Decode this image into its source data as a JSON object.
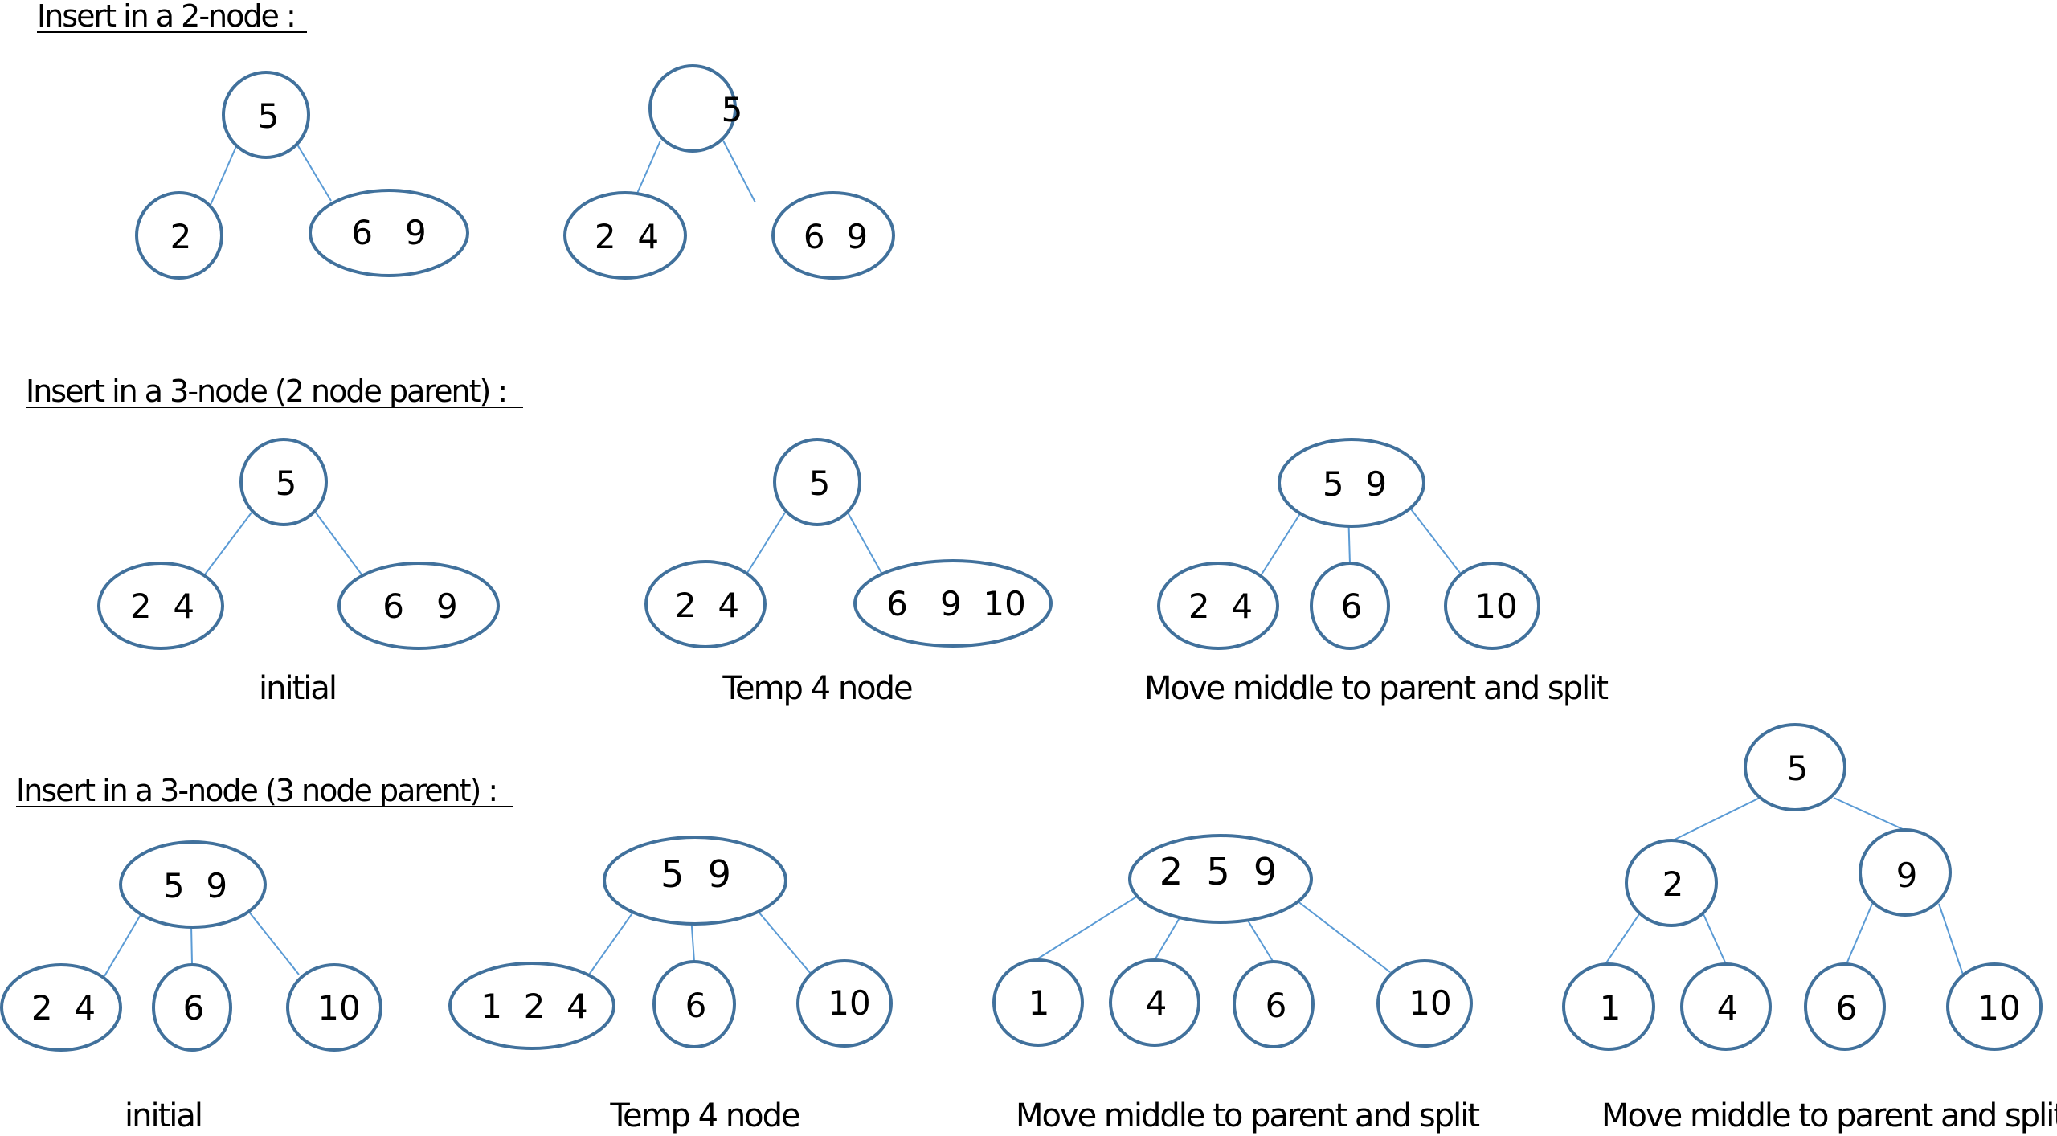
{
  "headings": {
    "section1": "Insert in a 2-node :",
    "section2": "Insert in a 3-node (2 node parent) :",
    "section3": "Insert in a 3-node (3 node parent) :"
  },
  "captions": {
    "s2_initial": "initial",
    "s2_temp": "Temp 4 node",
    "s2_move": "Move middle to parent and split",
    "s3_initial": "initial",
    "s3_temp": "Temp 4 node",
    "s3_move": "Move middle to parent and split",
    "s3_move2": "Move middle to parent and split"
  },
  "nodes": {
    "s1a_root": "5",
    "s1a_left": "2",
    "s1a_right": "6   9",
    "s1b_root": "5",
    "s1b_left": "2  4",
    "s1b_right": "6  9",
    "s2a_root": "5",
    "s2a_left": "2  4",
    "s2a_right": "6   9",
    "s2b_root": "5",
    "s2b_left": "2  4",
    "s2b_right": "6   9  10",
    "s2c_root": "5  9",
    "s2c_left": "2  4",
    "s2c_mid": "6",
    "s2c_right": "10",
    "s3a_root": "5  9",
    "s3a_left": "2  4",
    "s3a_mid": "6",
    "s3a_right": "10",
    "s3b_root": "5  9",
    "s3b_left": "1  2  4",
    "s3b_mid": "6",
    "s3b_right": "10",
    "s3c_root": "2  5  9",
    "s3c_c1": "1",
    "s3c_c2": "4",
    "s3c_c3": "6",
    "s3c_c4": "10",
    "s3d_root": "5",
    "s3d_l": "2",
    "s3d_r": "9",
    "s3d_ll": "1",
    "s3d_lr": "4",
    "s3d_rl": "6",
    "s3d_rr": "10"
  }
}
